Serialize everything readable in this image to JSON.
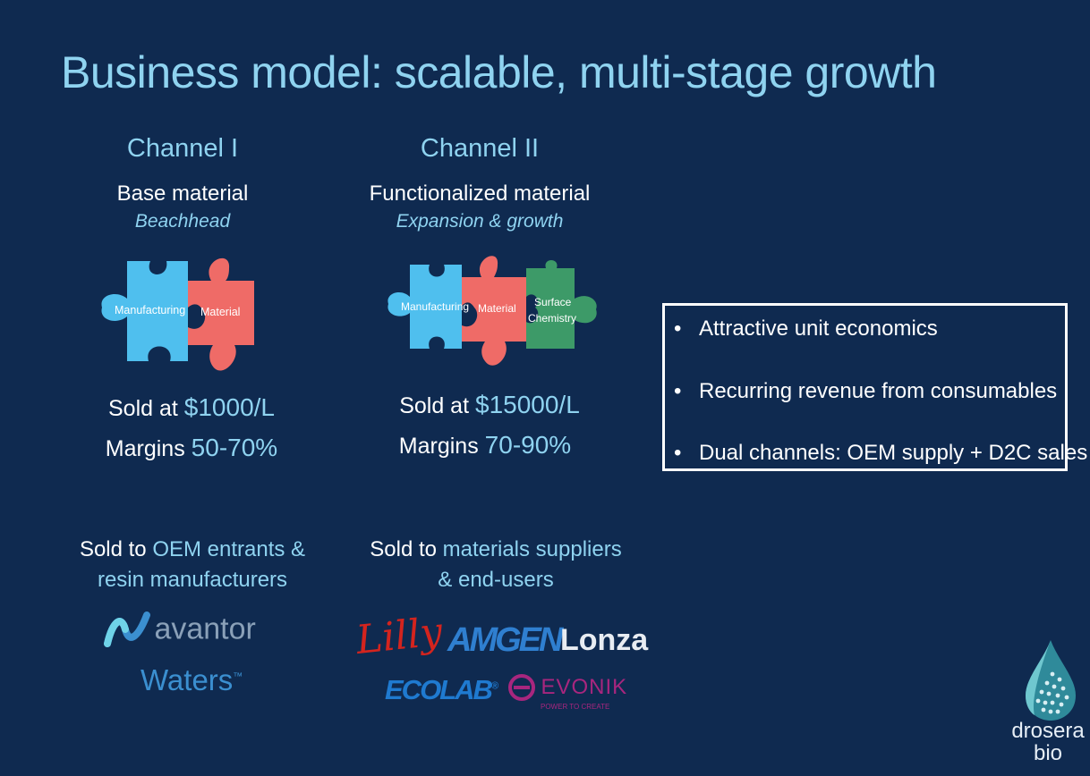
{
  "title": "Business model: scalable, multi-stage growth",
  "channels": [
    {
      "heading": "Channel I",
      "material": "Base material",
      "stage": "Beachhead",
      "pieces": [
        "Manufacturing",
        "Material"
      ],
      "sold_at_prefix": "Sold at",
      "price": "$1000/L",
      "margins_prefix": "Margins",
      "margins": "50-70%",
      "sold_to_prefix": "Sold to",
      "sold_to_hl": "OEM entrants &",
      "sold_to_rest": "resin manufacturers"
    },
    {
      "heading": "Channel II",
      "material": "Functionalized material",
      "stage": "Expansion & growth",
      "pieces": [
        "Manufacturing",
        "Material",
        "Surface",
        "Chemistry"
      ],
      "sold_at_prefix": "Sold at",
      "price": "$15000/L",
      "margins_prefix": "Margins",
      "margins": "70-90%",
      "sold_to_prefix": "Sold to",
      "sold_to_hl": "materials suppliers",
      "sold_to_rest": "& end-users"
    }
  ],
  "highlights": [
    "Attractive unit economics",
    "Recurring revenue from consumables",
    "Dual channels: OEM supply + D2C sales"
  ],
  "bullet": "•",
  "logos": {
    "channel1": [
      "avantor",
      "Waters"
    ],
    "channel1_tm": "™",
    "channel2": [
      "Lilly",
      "AMGEN",
      "Lonza",
      "ECOLAB",
      "EVONIK"
    ],
    "evonik_tagline": "POWER TO CREATE",
    "registered": "®"
  },
  "brand": {
    "line1": "drosera",
    "line2": "bio"
  },
  "colors": {
    "background": "#0f2a50",
    "accent": "#8fd3f0",
    "piece_blue": "#4fbfee",
    "piece_red": "#ef6b67",
    "piece_green": "#3d9a68"
  }
}
